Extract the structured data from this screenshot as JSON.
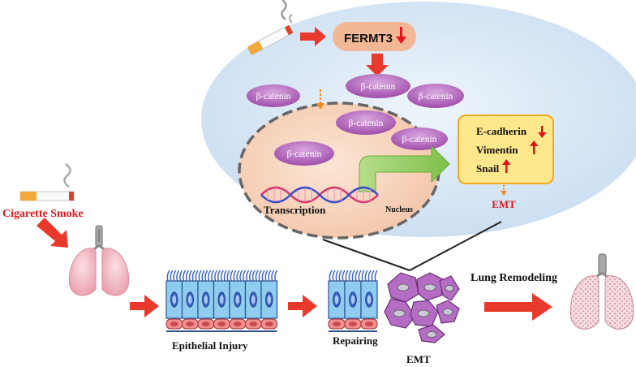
{
  "labels": {
    "cigarette_smoke": "Cigarette Smoke",
    "fermt3": "FERMT3",
    "beta_catenin": "β-catenin",
    "e_cadherin": "E-cadherin",
    "vimentin": "Vimentin",
    "snail": "Snail",
    "emt_box": "EMT",
    "transcription": "Transcription",
    "nucleus": "Nucleus",
    "epithelial_injury": "Epithelial Injury",
    "repairing": "Repairing",
    "emt_cells": "EMT",
    "lung_remodeling": "Lung Remodeling"
  },
  "colors": {
    "arrow_red": "#e83a2c",
    "down_arrow_red": "#e0141a",
    "ellipse_fill": "#d7e6f4",
    "nucleus_fill": "#f7d2b9",
    "catenin_fill": "#b05bb7",
    "fermt3_fill": "#f2b895",
    "marker_box_fill": "#ffe78c",
    "marker_box_border": "#f0a922",
    "epithelial_cell": "#8fcdf0",
    "emt_cell": "#b56cc4",
    "cilia_blue": "#3b63c9",
    "basal_cell": "#f08e8e",
    "text_red": "#e0141a"
  }
}
